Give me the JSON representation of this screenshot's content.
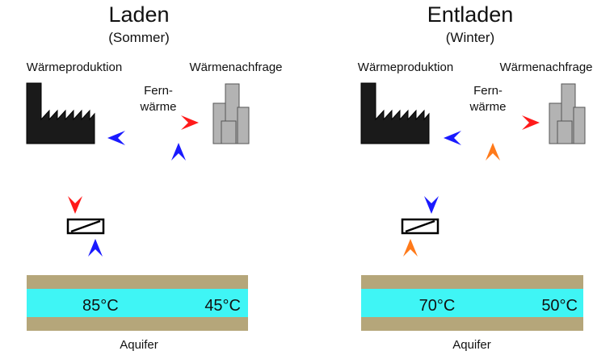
{
  "panels": [
    {
      "title": "Laden",
      "subtitle": "(Sommer)",
      "production_label": "Wärmeproduktion",
      "demand_label": "Wärmenachfrage",
      "district_label_1": "Fern-",
      "district_label_2": "wärme",
      "aquifer_label": "Aquifer",
      "temp_left": "85°C",
      "temp_right": "45°C"
    },
    {
      "title": "Entladen",
      "subtitle": "(Winter)",
      "production_label": "Wärmeproduktion",
      "demand_label": "Wärmenachfrage",
      "district_label_1": "Fern-",
      "district_label_2": "wärme",
      "aquifer_label": "Aquifer",
      "temp_left": "70°C",
      "temp_right": "50°C"
    }
  ],
  "colors": {
    "hot": "#ff1a1a",
    "cold": "#1a1aff",
    "warm": "#ff7a1a",
    "factory": "#1a1a1a",
    "buildings": "#b3b3b3",
    "aquifer_water": "#3ff5f5",
    "aquifer_rock": "#b5a67a"
  }
}
